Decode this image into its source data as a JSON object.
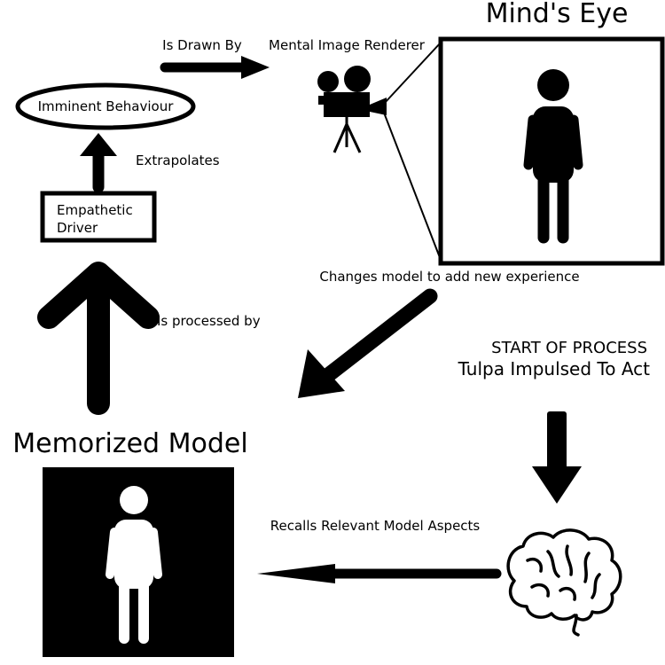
{
  "colors": {
    "ink": "#000000",
    "paper": "#ffffff"
  },
  "nodes": {
    "minds_eye": {
      "title": "Mind's Eye"
    },
    "renderer": {
      "label": "Mental Image Renderer"
    },
    "imminent_behaviour": {
      "label": "Imminent Behaviour"
    },
    "empathetic_driver": {
      "line1": "Empathetic",
      "line2": "Driver"
    },
    "memorized_model": {
      "title": "Memorized Model"
    },
    "start": {
      "line1": "START OF PROCESS",
      "line2": "Tulpa Impulsed To Act"
    }
  },
  "edges": {
    "is_drawn_by": "Is Drawn By",
    "extrapolates": "Extrapolates",
    "is_processed_by": "Is processed by",
    "changes_model": "Changes model to add new experience",
    "recalls": "Recalls Relevant Model Aspects"
  },
  "icons": [
    "movie-camera-icon",
    "person-icon",
    "brain-icon"
  ]
}
